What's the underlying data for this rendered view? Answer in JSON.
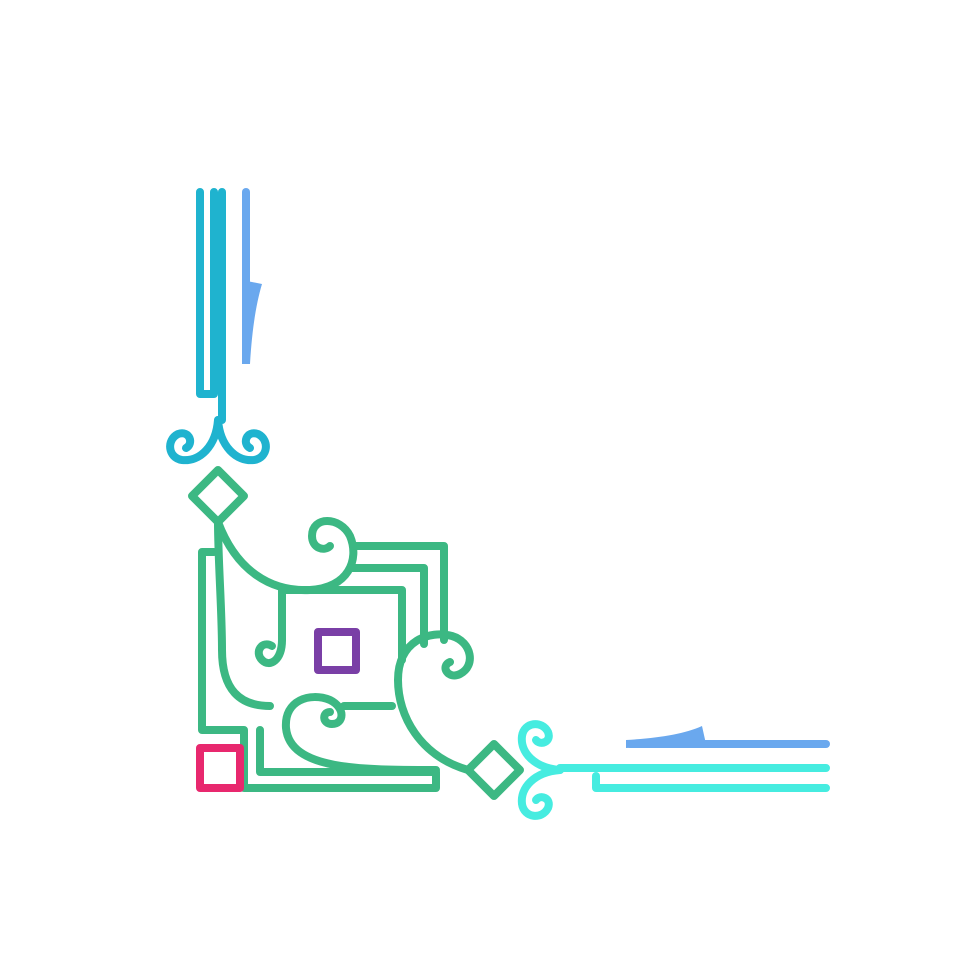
{
  "image": {
    "kind": "decorative-corner-ornament",
    "background_color": "#ffffff"
  },
  "palette": {
    "teal_blue": "#1fb3cf",
    "sky_blue": "#6aa8ee",
    "green": "#3cb883",
    "aqua": "#46ece0",
    "magenta": "#e8286e",
    "purple": "#7a3fa6"
  },
  "parts": {
    "vertical_arm": {
      "color_key": "teal_blue",
      "accent_color_key": "sky_blue"
    },
    "horizontal_arm": {
      "color_key": "aqua",
      "accent_color_key": "sky_blue"
    },
    "corner_scrollwork": {
      "color_key": "green"
    },
    "corner_square": {
      "color_key": "magenta"
    },
    "inner_square": {
      "color_key": "purple"
    }
  }
}
